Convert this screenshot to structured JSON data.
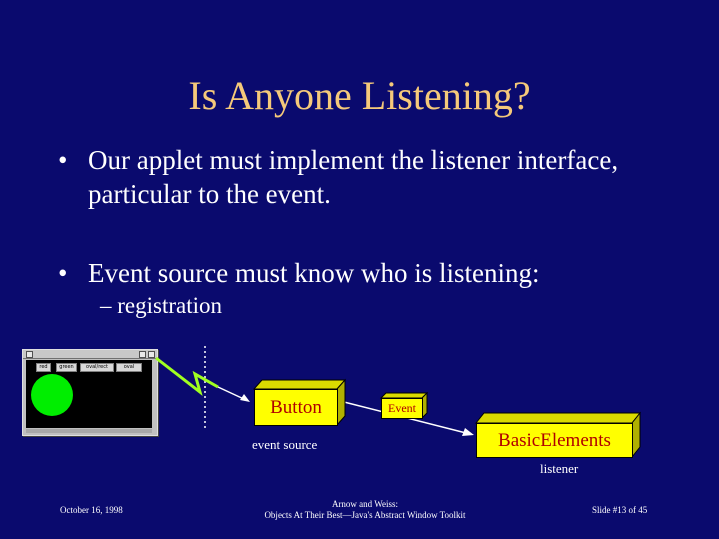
{
  "slide": {
    "title": "Is Anyone Listening?",
    "bullets": [
      {
        "marker": "•",
        "text": "Our applet must implement the listener interface, particular to the event."
      },
      {
        "marker": "•",
        "text": "Event source must know who is listening:"
      }
    ],
    "sub_bullet": "– registration"
  },
  "applet_window": {
    "buttons": [
      "red",
      "green",
      "oval/rect",
      "oval"
    ]
  },
  "diagram": {
    "source_box": "Button",
    "source_caption": "event source",
    "event_box": "Event",
    "listener_box": "BasicElements",
    "listener_caption": "listener"
  },
  "footer": {
    "date": "October 16, 1998",
    "authors": "Arnow and Weiss:",
    "book": "Objects At Their Best—Java's Abstract Window Toolkit",
    "slide_number": "Slide #13 of 45"
  },
  "colors": {
    "background": "#0a0a6e",
    "title": "#f5c97a",
    "box_fill": "#ffff00",
    "box_text": "#b00000",
    "lightning": "#a0ff20"
  }
}
